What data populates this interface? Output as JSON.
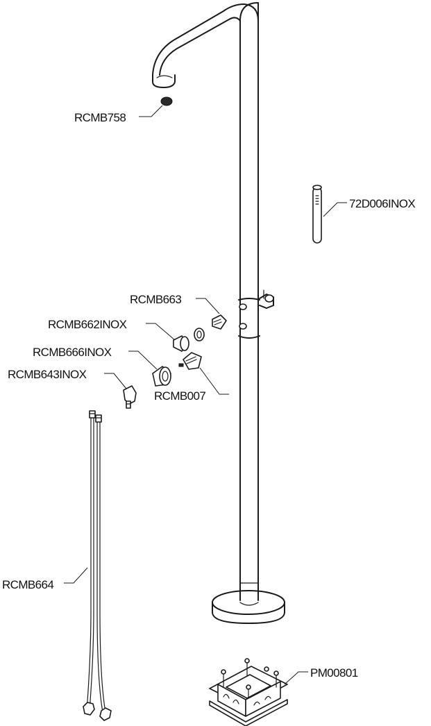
{
  "labels": {
    "RCMB758": "RCMB758",
    "72D006INOX": "72D006INOX",
    "RCMB663": "RCMB663",
    "RCMB662INOX": "RCMB662INOX",
    "RCMB666INOX": "RCMB666INOX",
    "RCMB643INOX": "RCMB643INOX",
    "RCMB007": "RCMB007",
    "RCMB664": "RCMB664",
    "PM00801": "PM00801"
  }
}
